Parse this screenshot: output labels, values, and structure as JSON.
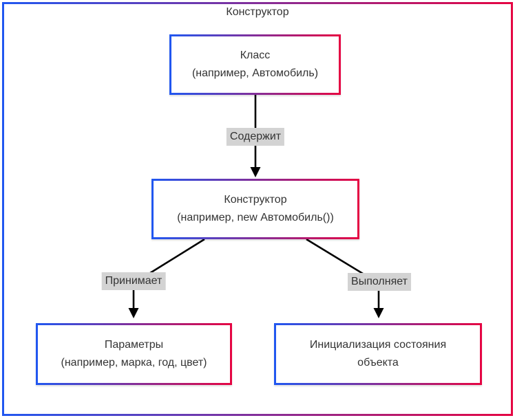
{
  "diagram": {
    "title": "Конструктор",
    "colors": {
      "gradient_start": "#2157f0",
      "gradient_end": "#e50543",
      "edge": "#000000",
      "label_bg": "#d3d3d3",
      "text": "#333333"
    },
    "nodes": {
      "class": {
        "line1": "Класс",
        "line2": "(например, Автомобиль)"
      },
      "constructor": {
        "line1": "Конструктор",
        "line2": "(например, new Автомобиль())"
      },
      "params": {
        "line1": "Параметры",
        "line2": "(например, марка, год, цвет)"
      },
      "init": {
        "line1": "Инициализация состояния",
        "line2": "объекта"
      }
    },
    "edges": {
      "contains": "Содержит",
      "accepts": "Принимает",
      "performs": "Выполняет"
    }
  }
}
